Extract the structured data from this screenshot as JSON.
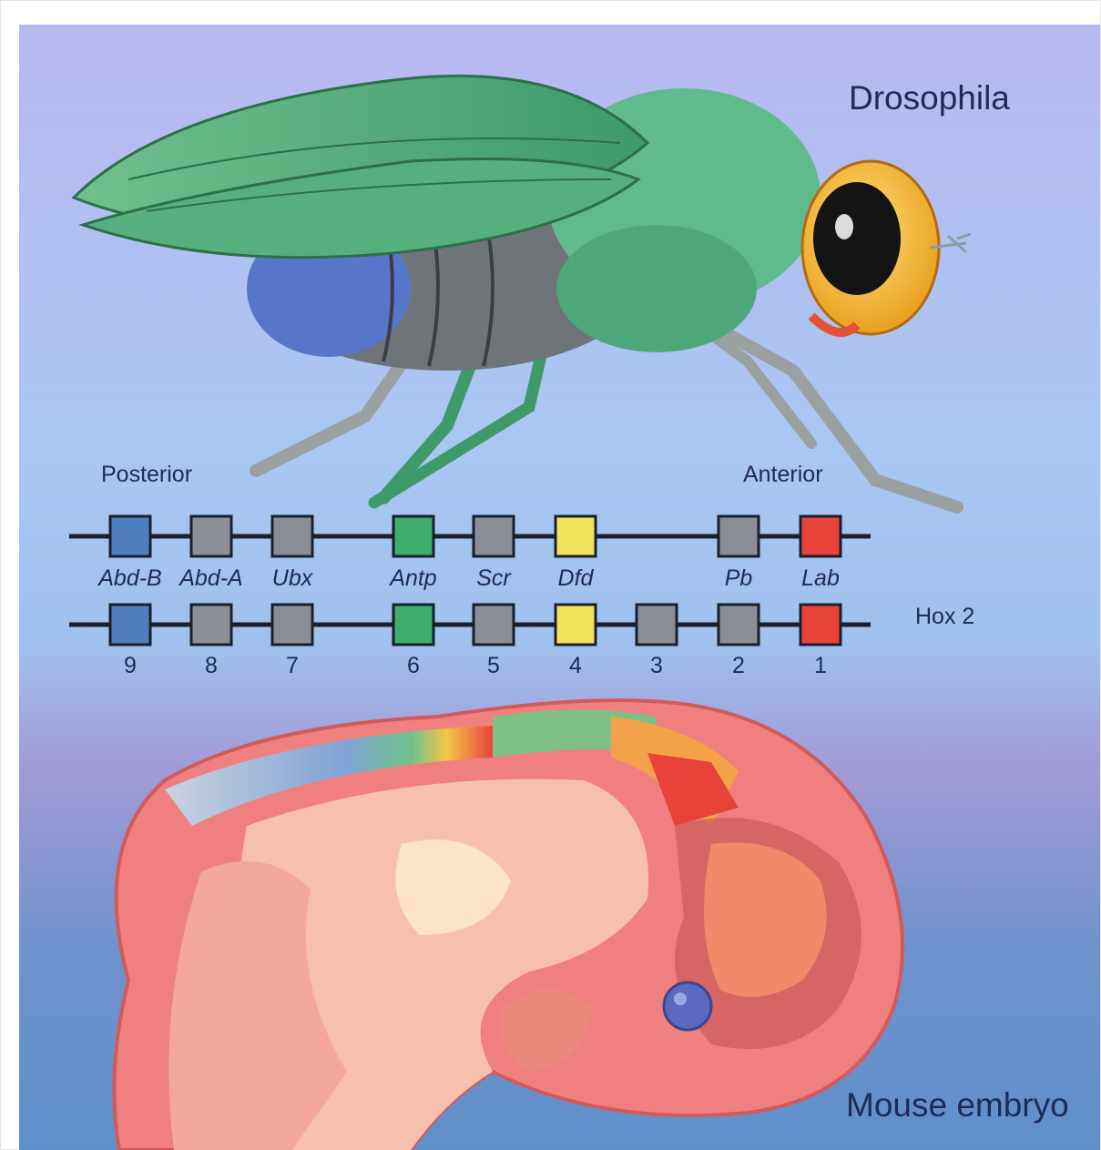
{
  "labels": {
    "drosophila": "Drosophila",
    "posterior": "Posterior",
    "anterior": "Anterior",
    "hox2": "Hox 2",
    "mouse": "Mouse embryo"
  },
  "fly_genes": [
    {
      "name": "Abd-B",
      "color": "#4f7fbf"
    },
    {
      "name": "Abd-A",
      "color": "#8a8f96"
    },
    {
      "name": "Ubx",
      "color": "#8a8f96"
    },
    {
      "name": "Antp",
      "color": "#3fae6a"
    },
    {
      "name": "Scr",
      "color": "#8a8f96"
    },
    {
      "name": "Dfd",
      "color": "#f2e45a"
    },
    {
      "name": "Pb",
      "color": "#8a8f96"
    },
    {
      "name": "Lab",
      "color": "#e8433a"
    }
  ],
  "hox2_genes": [
    {
      "number": "9",
      "color": "#4f7fbf"
    },
    {
      "number": "8",
      "color": "#8a8f96"
    },
    {
      "number": "7",
      "color": "#8a8f96"
    },
    {
      "number": "6",
      "color": "#3fae6a"
    },
    {
      "number": "5",
      "color": "#8a8f96"
    },
    {
      "number": "4",
      "color": "#f2e45a"
    },
    {
      "number": "3",
      "color": "#8a8f96"
    },
    {
      "number": "2",
      "color": "#8a8f96"
    },
    {
      "number": "1",
      "color": "#e8433a"
    }
  ]
}
